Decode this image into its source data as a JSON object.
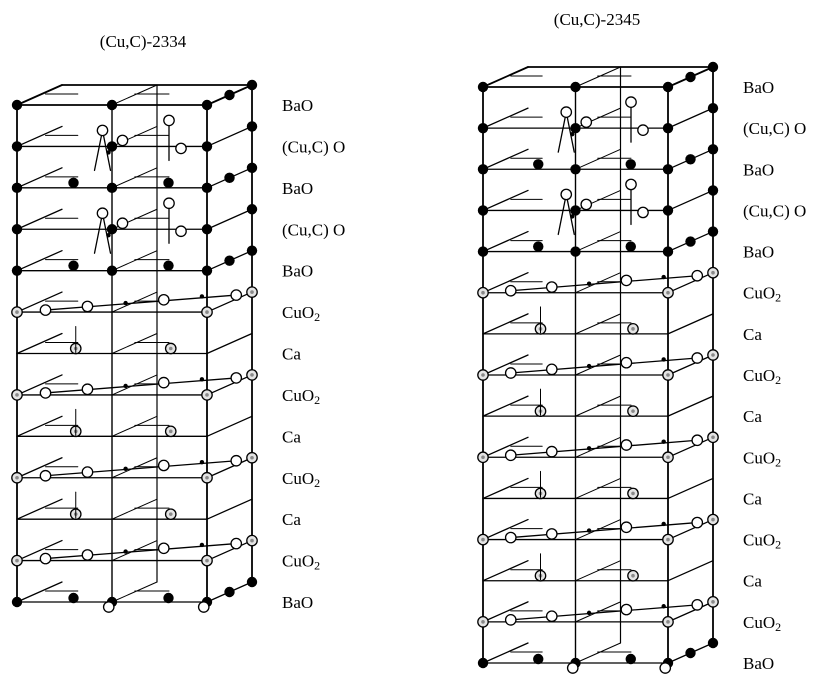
{
  "structures": [
    {
      "title": "(Cu,C)-2334",
      "layers": [
        "BaO",
        "(Cu,C) O",
        "BaO",
        "(Cu,C) O",
        "BaO",
        "CuO2",
        "Ca",
        "CuO2",
        "Ca",
        "CuO2",
        "Ca",
        "CuO2",
        "BaO"
      ]
    },
    {
      "title": "(Cu,C)-2345",
      "layers": [
        "BaO",
        "(Cu,C) O",
        "BaO",
        "(Cu,C) O",
        "BaO",
        "CuO2",
        "Ca",
        "CuO2",
        "Ca",
        "CuO2",
        "Ca",
        "CuO2",
        "Ca",
        "CuO2",
        "BaO"
      ]
    }
  ]
}
